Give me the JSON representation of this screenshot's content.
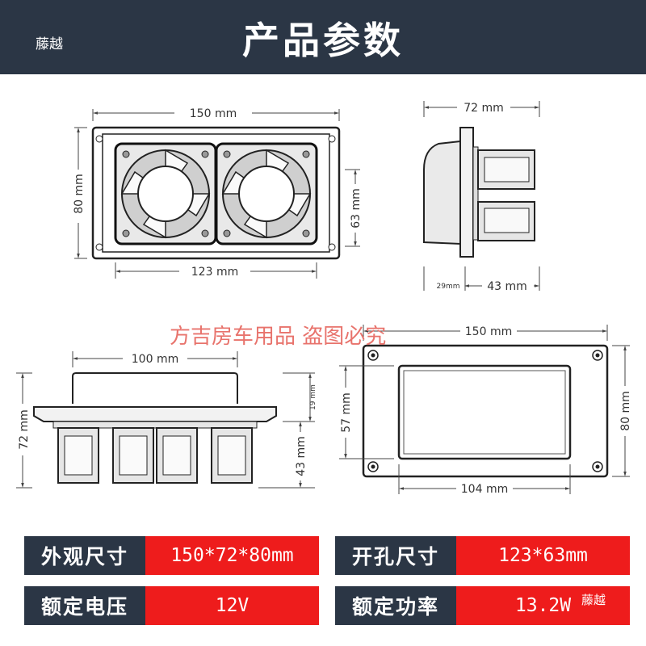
{
  "header": {
    "title": "产品参数",
    "brand": "藤越"
  },
  "front_view": {
    "width_label": "150 mm",
    "height_label": "80 mm",
    "inner_height_label": "63 mm",
    "cutout_label": "123 mm"
  },
  "side_view": {
    "depth_label": "72 mm",
    "small_label": "29mm",
    "body_label": "43 mm"
  },
  "bottom_view": {
    "top_label": "100 mm",
    "height_label": "72 mm",
    "small_label": "19 mm",
    "body_label": "43 mm"
  },
  "plate_view": {
    "width_label": "150 mm",
    "height_label": "80 mm",
    "inner_height_label": "57 mm",
    "inner_width_label": "104 mm"
  },
  "watermark": "方吉房车用品  盗图必究",
  "specs": [
    {
      "label": "外观尺寸",
      "value": "150*72*80mm"
    },
    {
      "label": "开孔尺寸",
      "value": "123*63mm"
    },
    {
      "label": "额定电压",
      "value": "12V"
    },
    {
      "label": "额定功率",
      "value": "13.2W",
      "tag": "藤越"
    }
  ],
  "colors": {
    "header_bg": "#2b3645",
    "value_bg": "#ee1c1c"
  }
}
